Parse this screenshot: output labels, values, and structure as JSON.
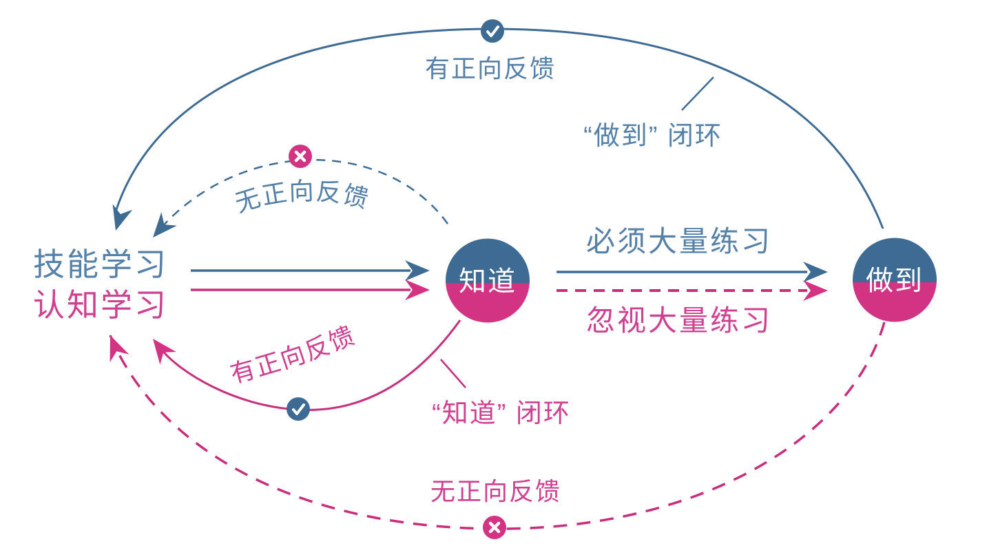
{
  "colors": {
    "blue": "#3E6B94",
    "blue_text": "#5580A8",
    "pink": "#C72E7B",
    "pink_fill": "#D23383",
    "pink_text": "#CE4190",
    "white": "#FFFFFF"
  },
  "nodes": {
    "know": "知道",
    "do": "做到"
  },
  "inputs": {
    "skill": "技能学习",
    "cognitive": "认知学习"
  },
  "practice": {
    "must": "必须大量练习",
    "ignore": "忽视大量练习"
  },
  "loop_do": {
    "positive": "有正向反馈",
    "negative": "无正向反馈",
    "caption": "“做到” 闭环"
  },
  "loop_know": {
    "positive": "有正向反馈",
    "negative": "无正向反馈",
    "caption": "“知道” 闭环"
  },
  "icons": {
    "check": "check-icon",
    "cross": "cross-icon"
  }
}
